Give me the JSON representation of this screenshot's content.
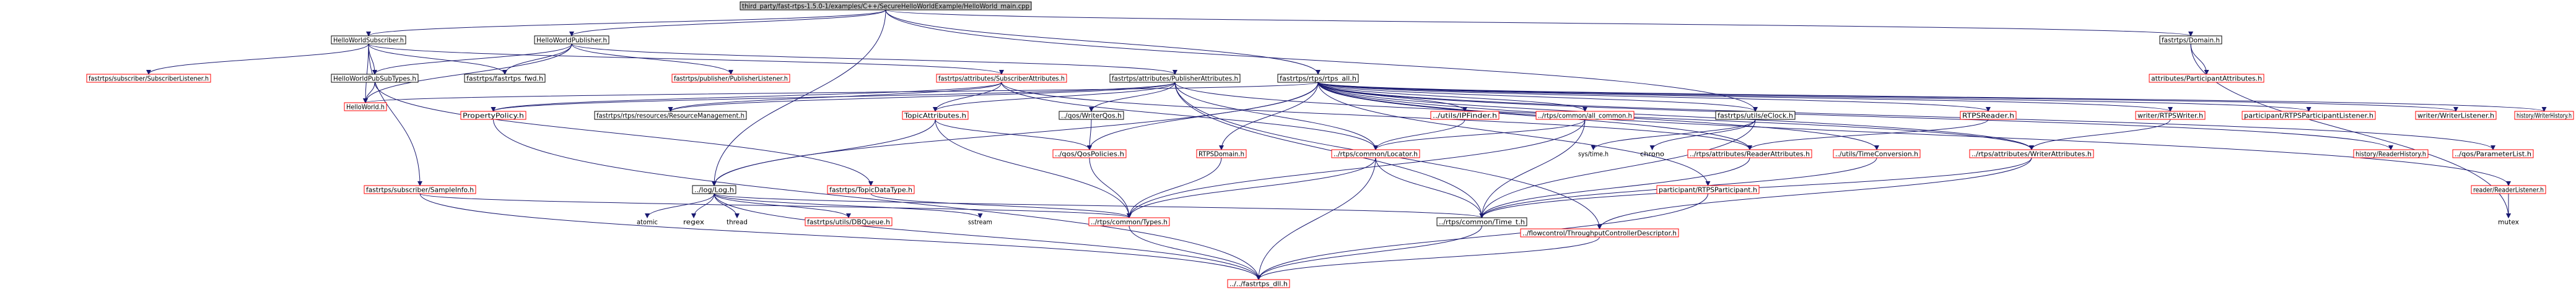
{
  "colors": {
    "edge": "#191970",
    "root_fill": "#bfbfbf",
    "node_fill": "#ffffff",
    "node_border_black": "#000000",
    "node_border_red": "#ff0000",
    "text": "#000000"
  },
  "nodes": [
    {
      "id": "root",
      "label": "third_party/fast-rtps-1.5.0-1/examples/C++/SecureHelloWorldExample/HelloWorld_main.cpp",
      "border": "black",
      "kind": "root"
    },
    {
      "id": "hwsub",
      "label": "HelloWorldSubscriber.h",
      "border": "black",
      "kind": "box"
    },
    {
      "id": "hwpub",
      "label": "HelloWorldPublisher.h",
      "border": "black",
      "kind": "box"
    },
    {
      "id": "domain",
      "label": "fastrtps/Domain.h",
      "border": "black",
      "kind": "box"
    },
    {
      "id": "rtpsall",
      "label": "fastrtps/rtps/rtps_all.h",
      "border": "black",
      "kind": "box"
    },
    {
      "id": "sublistener",
      "label": "fastrtps/subscriber/SubscriberListener.h",
      "border": "red",
      "kind": "box"
    },
    {
      "id": "hwpubsubtypes",
      "label": "HelloWorldPubSubTypes.h",
      "border": "black",
      "kind": "box"
    },
    {
      "id": "fwd",
      "label": "fastrtps/fastrtps_fwd.h",
      "border": "black",
      "kind": "box"
    },
    {
      "id": "publistener",
      "label": "fastrtps/publisher/PublisherListener.h",
      "border": "red",
      "kind": "box"
    },
    {
      "id": "subattr",
      "label": "fastrtps/attributes/SubscriberAttributes.h",
      "border": "red",
      "kind": "box"
    },
    {
      "id": "pubattr",
      "label": "fastrtps/attributes/PublisherAttributes.h",
      "border": "black",
      "kind": "box"
    },
    {
      "id": "partattr",
      "label": "attributes/ParticipantAttributes.h",
      "border": "red",
      "kind": "box"
    },
    {
      "id": "helloworld",
      "label": "HelloWorld.h",
      "border": "red",
      "kind": "box"
    },
    {
      "id": "proppolicy",
      "label": "PropertyPolicy.h",
      "border": "red",
      "kind": "box"
    },
    {
      "id": "resmgmt",
      "label": "fastrtps/rtps/resources/ResourceManagement.h",
      "border": "black",
      "kind": "box"
    },
    {
      "id": "topicattr",
      "label": "TopicAttributes.h",
      "border": "red",
      "kind": "box"
    },
    {
      "id": "writerqos",
      "label": "../qos/WriterQos.h",
      "border": "black",
      "kind": "box"
    },
    {
      "id": "ipfinder",
      "label": "../utils/IPFinder.h",
      "border": "red",
      "kind": "box"
    },
    {
      "id": "rtpscommonall",
      "label": "../rtps/common/all_common.h",
      "border": "red",
      "kind": "box"
    },
    {
      "id": "eclock",
      "label": "fastrtps/utils/eClock.h",
      "border": "black",
      "kind": "box"
    },
    {
      "id": "rtpsreader",
      "label": "RTPSReader.h",
      "border": "red",
      "kind": "box"
    },
    {
      "id": "rtpswriter",
      "label": "writer/RTPSWriter.h",
      "border": "red",
      "kind": "box"
    },
    {
      "id": "partlistener",
      "label": "participant/RTPSParticipantListener.h",
      "border": "red",
      "kind": "box"
    },
    {
      "id": "writerlistener",
      "label": "writer/WriterListener.h",
      "border": "red",
      "kind": "box"
    },
    {
      "id": "writerhistory",
      "label": "history/WriterHistory.h",
      "border": "red",
      "kind": "box"
    },
    {
      "id": "readerhistory",
      "label": "history/ReaderHistory.h",
      "border": "red",
      "kind": "box"
    },
    {
      "id": "paramlist",
      "label": "../qos/ParameterList.h",
      "border": "red",
      "kind": "box"
    },
    {
      "id": "sampleinfo",
      "label": "fastrtps/subscriber/SampleInfo.h",
      "border": "red",
      "kind": "box"
    },
    {
      "id": "log",
      "label": "../log/Log.h",
      "border": "black",
      "kind": "box"
    },
    {
      "id": "topicdatatype",
      "label": "fastrtps/TopicDataType.h",
      "border": "red",
      "kind": "box"
    },
    {
      "id": "qospolicies",
      "label": "../qos/QosPolicies.h",
      "border": "red",
      "kind": "box"
    },
    {
      "id": "rtpsdomain",
      "label": "RTPSDomain.h",
      "border": "red",
      "kind": "box"
    },
    {
      "id": "locator",
      "label": "../rtps/common/Locator.h",
      "border": "red",
      "kind": "box"
    },
    {
      "id": "readerattr",
      "label": "../rtps/attributes/ReaderAttributes.h",
      "border": "red",
      "kind": "box"
    },
    {
      "id": "timeconv",
      "label": "../utils/TimeConversion.h",
      "border": "red",
      "kind": "box"
    },
    {
      "id": "writerattr",
      "label": "../rtps/attributes/WriterAttributes.h",
      "border": "red",
      "kind": "box"
    },
    {
      "id": "readerlistener",
      "label": "reader/ReaderListener.h",
      "border": "red",
      "kind": "box"
    },
    {
      "id": "atomic",
      "label": "atomic",
      "border": "none",
      "kind": "plain"
    },
    {
      "id": "regex",
      "label": "regex",
      "border": "none",
      "kind": "plain"
    },
    {
      "id": "thread",
      "label": "thread",
      "border": "none",
      "kind": "plain"
    },
    {
      "id": "dbqueue",
      "label": "fastrtps/utils/DBQueue.h",
      "border": "red",
      "kind": "box"
    },
    {
      "id": "sstream",
      "label": "sstream",
      "border": "none",
      "kind": "plain"
    },
    {
      "id": "types",
      "label": "../rtps/common/Types.h",
      "border": "red",
      "kind": "box"
    },
    {
      "id": "time",
      "label": "../rtps/common/Time_t.h",
      "border": "black",
      "kind": "box"
    },
    {
      "id": "systime",
      "label": "sys/time.h",
      "border": "none",
      "kind": "plain"
    },
    {
      "id": "chrono",
      "label": "chrono",
      "border": "none",
      "kind": "plain"
    },
    {
      "id": "throughput",
      "label": "../flowcontrol/ThroughputControllerDescriptor.h",
      "border": "red",
      "kind": "box"
    },
    {
      "id": "rtpspart",
      "label": "participant/RTPSParticipant.h",
      "border": "red",
      "kind": "box"
    },
    {
      "id": "mutex",
      "label": "mutex",
      "border": "none",
      "kind": "plain"
    },
    {
      "id": "dll",
      "label": "../../fastrtps_dll.h",
      "border": "red",
      "kind": "box"
    }
  ],
  "edges": [
    [
      "root",
      "hwsub"
    ],
    [
      "root",
      "hwpub"
    ],
    [
      "root",
      "domain"
    ],
    [
      "root",
      "rtpsall"
    ],
    [
      "root",
      "log"
    ],
    [
      "root",
      "eclock"
    ],
    [
      "hwsub",
      "sublistener"
    ],
    [
      "hwsub",
      "hwpubsubtypes"
    ],
    [
      "hwsub",
      "fwd"
    ],
    [
      "hwsub",
      "subattr"
    ],
    [
      "hwsub",
      "sampleinfo"
    ],
    [
      "hwsub",
      "helloworld"
    ],
    [
      "hwpub",
      "hwpubsubtypes"
    ],
    [
      "hwpub",
      "fwd"
    ],
    [
      "hwpub",
      "publistener"
    ],
    [
      "hwpub",
      "pubattr"
    ],
    [
      "hwpub",
      "helloworld"
    ],
    [
      "hwpubsubtypes",
      "helloworld"
    ],
    [
      "hwpubsubtypes",
      "topicdatatype"
    ],
    [
      "domain",
      "partattr"
    ],
    [
      "domain",
      "mutex"
    ],
    [
      "subattr",
      "proppolicy"
    ],
    [
      "subattr",
      "resmgmt"
    ],
    [
      "subattr",
      "topicattr"
    ],
    [
      "subattr",
      "locator"
    ],
    [
      "subattr",
      "readerattr"
    ],
    [
      "pubattr",
      "proppolicy"
    ],
    [
      "pubattr",
      "resmgmt"
    ],
    [
      "pubattr",
      "topicattr"
    ],
    [
      "pubattr",
      "writerqos"
    ],
    [
      "pubattr",
      "locator"
    ],
    [
      "pubattr",
      "time"
    ],
    [
      "pubattr",
      "throughput"
    ],
    [
      "pubattr",
      "writerattr"
    ],
    [
      "rtpsall",
      "helloworld"
    ],
    [
      "rtpsall",
      "rtpscommonall"
    ],
    [
      "rtpsall",
      "eclock"
    ],
    [
      "rtpsall",
      "ipfinder"
    ],
    [
      "rtpsall",
      "rtpsreader"
    ],
    [
      "rtpsall",
      "rtpswriter"
    ],
    [
      "rtpsall",
      "partlistener"
    ],
    [
      "rtpsall",
      "writerlistener"
    ],
    [
      "rtpsall",
      "writerhistory"
    ],
    [
      "rtpsall",
      "readerhistory"
    ],
    [
      "rtpsall",
      "paramlist"
    ],
    [
      "rtpsall",
      "readerlistener"
    ],
    [
      "rtpsall",
      "rtpspart"
    ],
    [
      "rtpsall",
      "rtpsdomain"
    ],
    [
      "rtpsall",
      "timeconv"
    ],
    [
      "rtpsall",
      "readerattr"
    ],
    [
      "rtpsall",
      "writerattr"
    ],
    [
      "rtpsall",
      "qospolicies"
    ],
    [
      "rtpsall",
      "log"
    ],
    [
      "topicattr",
      "qospolicies"
    ],
    [
      "topicattr",
      "types"
    ],
    [
      "topicattr",
      "log"
    ],
    [
      "writerqos",
      "qospolicies"
    ],
    [
      "ipfinder",
      "locator"
    ],
    [
      "rtpscommonall",
      "types"
    ],
    [
      "rtpscommonall",
      "time"
    ],
    [
      "rtpscommonall",
      "locator"
    ],
    [
      "eclock",
      "systime"
    ],
    [
      "eclock",
      "chrono"
    ],
    [
      "eclock",
      "time"
    ],
    [
      "rtpsreader",
      "readerattr"
    ],
    [
      "rtpswriter",
      "writerattr"
    ],
    [
      "rtpsdomain",
      "types"
    ],
    [
      "sampleinfo",
      "types"
    ],
    [
      "sampleinfo",
      "dll"
    ],
    [
      "log",
      "atomic"
    ],
    [
      "log",
      "regex"
    ],
    [
      "log",
      "thread"
    ],
    [
      "log",
      "dbqueue"
    ],
    [
      "log",
      "sstream"
    ],
    [
      "log",
      "time"
    ],
    [
      "log",
      "dll"
    ],
    [
      "topicdatatype",
      "types"
    ],
    [
      "qospolicies",
      "types"
    ],
    [
      "locator",
      "types"
    ],
    [
      "locator",
      "dll"
    ],
    [
      "locator",
      "time"
    ],
    [
      "readerattr",
      "time"
    ],
    [
      "timeconv",
      "time"
    ],
    [
      "writerattr",
      "time"
    ],
    [
      "writerattr",
      "throughput"
    ],
    [
      "readerlistener",
      "mutex"
    ],
    [
      "types",
      "dll"
    ],
    [
      "time",
      "dll"
    ],
    [
      "throughput",
      "dll"
    ],
    [
      "rtpspart",
      "dll"
    ],
    [
      "proppolicy",
      "dll"
    ]
  ]
}
